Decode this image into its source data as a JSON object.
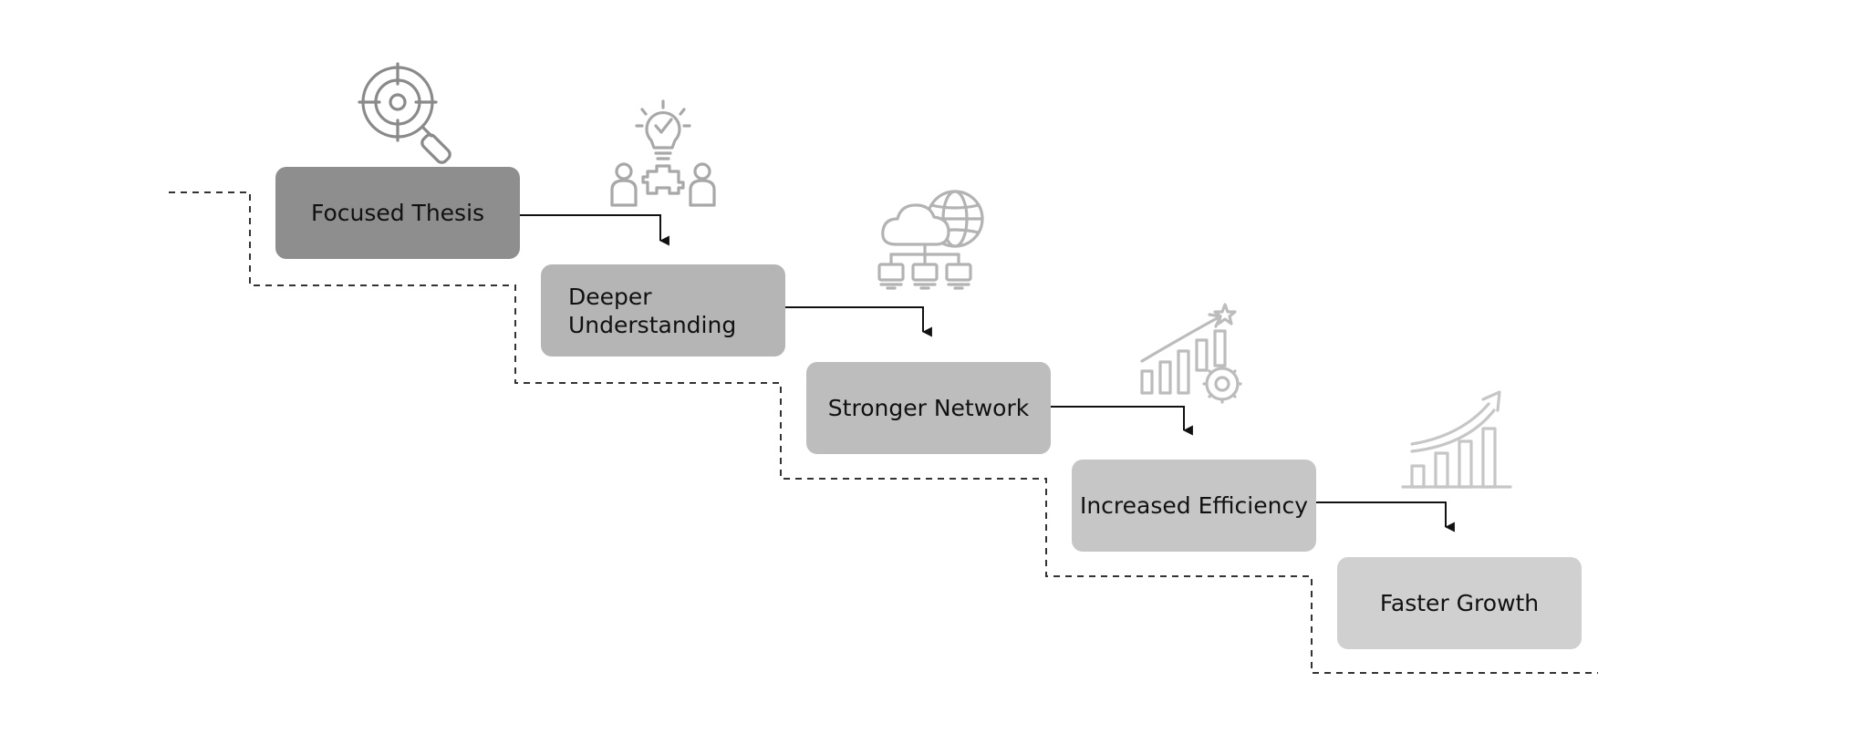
{
  "steps": [
    {
      "label": "Focused Thesis",
      "fill": "#8e8e8e",
      "icon": "target-search-icon",
      "icon_color": "#8a8a8a"
    },
    {
      "label": "Deeper Understanding",
      "fill": "#b5b5b5",
      "icon": "idea-collaboration-icon",
      "icon_color": "#a8a8a8"
    },
    {
      "label": "Stronger Network",
      "fill": "#bdbdbd",
      "icon": "cloud-network-icon",
      "icon_color": "#b3b3b3"
    },
    {
      "label": "Increased Efficiency",
      "fill": "#c6c6c6",
      "icon": "growth-gear-icon",
      "icon_color": "#bcbcbc"
    },
    {
      "label": "Faster Growth",
      "fill": "#d0d0d0",
      "icon": "growth-chart-icon",
      "icon_color": "#c6c6c6"
    }
  ],
  "colors": {
    "connector": "#111111",
    "staircase": "#333333"
  }
}
